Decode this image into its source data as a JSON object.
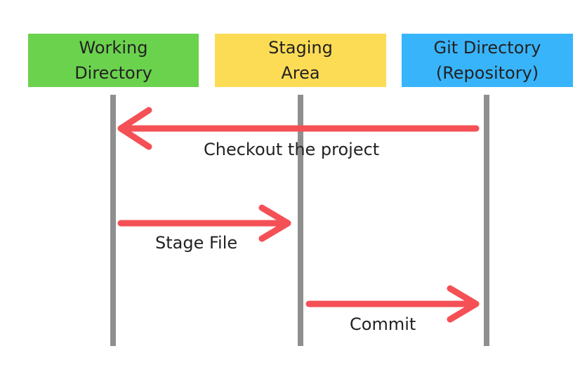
{
  "colors": {
    "working_directory": "#6bd24e",
    "staging_area": "#fddc55",
    "git_directory": "#38b4fb",
    "lifeline": "#8f8f8f",
    "arrow": "#f45055"
  },
  "participants": [
    {
      "id": "working",
      "line1": "Working",
      "line2": "Directory"
    },
    {
      "id": "staging",
      "line1": "Staging",
      "line2": "Area"
    },
    {
      "id": "git",
      "line1": "Git Directory",
      "line2": "(Repository)"
    }
  ],
  "messages": [
    {
      "label": "Checkout the project",
      "from": "git",
      "to": "working"
    },
    {
      "label": "Stage File",
      "from": "working",
      "to": "staging"
    },
    {
      "label": "Commit",
      "from": "staging",
      "to": "git"
    }
  ]
}
